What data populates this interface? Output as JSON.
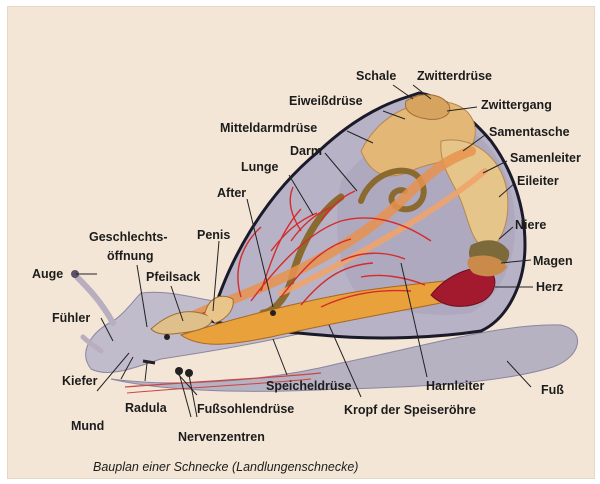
{
  "caption": "Bauplan einer Schnecke (Landlungenschnecke)",
  "labels": {
    "schale": "Schale",
    "zwitterdruese": "Zwitterdrüse",
    "eiweissdruese": "Eiweißdrüse",
    "zwittergang": "Zwittergang",
    "mitteldarmdruese": "Mitteldarmdrüse",
    "samentasche": "Samentasche",
    "darm": "Darm",
    "samenleiter": "Samenleiter",
    "lunge": "Lunge",
    "eileiter": "Eileiter",
    "after": "After",
    "niere": "Niere",
    "geschlechts_1": "Geschlechts-",
    "geschlechts_2": "öffnung",
    "penis": "Penis",
    "magen": "Magen",
    "auge": "Auge",
    "pfeilsack": "Pfeilsack",
    "herz": "Herz",
    "fuehler": "Fühler",
    "kiefer": "Kiefer",
    "mund": "Mund",
    "radula": "Radula",
    "speicheldruese": "Speicheldrüse",
    "harnleiter": "Harnleiter",
    "fuss": "Fuß",
    "fusssohlendruese": "Fußsohlendrüse",
    "kropf": "Kropf der Speiseröhre",
    "nervenzentren": "Nervenzentren"
  },
  "colors": {
    "background": "#f3e6d6",
    "body": "#b9b5c4",
    "shell_outline": "#1a1a2a",
    "gland": "#e3b877",
    "lung_vessels": "#d62b2b",
    "intestine": "#8a6a2e",
    "heart": "#a3192e",
    "kidney": "#7d6a3a"
  }
}
